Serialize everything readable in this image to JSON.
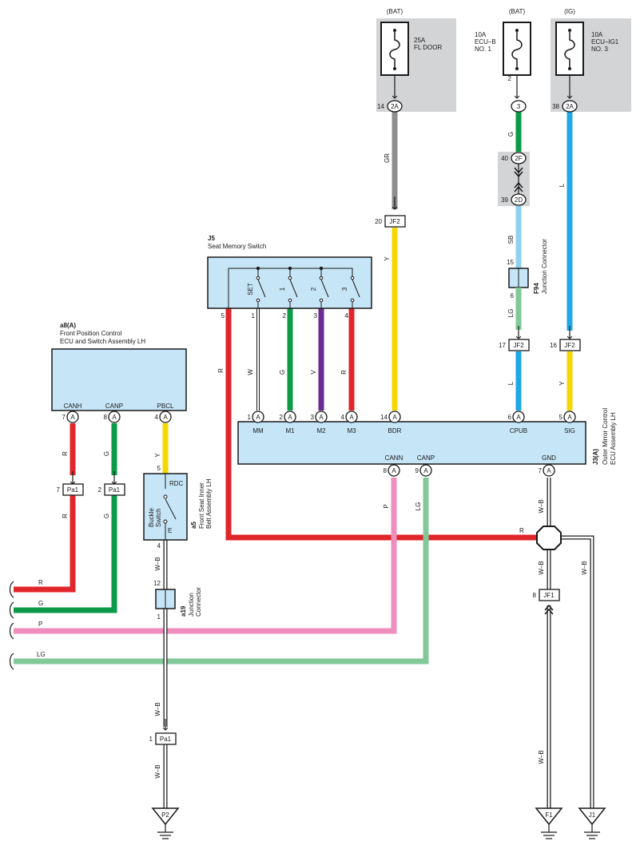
{
  "colors": {
    "red": "#e0262a",
    "green": "#0a9a48",
    "violet": "#6a2c90",
    "gray": "#8e8e8e",
    "yellow": "#f6d800",
    "sky_blue": "#8fd1f0",
    "light_green": "#82c898",
    "blue": "#1ea8e6",
    "pink": "#ef8dbd",
    "white": "#ffffff",
    "component_fill": "#c6e5f7",
    "fuse_bg": "#d3d4d6"
  },
  "sources": {
    "bat1": "(BAT)",
    "bat2": "(BAT)",
    "ig": "(IG)"
  },
  "fuses": {
    "fl_door": {
      "rating": "25A",
      "name": "FL DOOR"
    },
    "ecu_b": {
      "rating": "10A",
      "name1": "ECU–B",
      "name2": "NO. 1"
    },
    "ecu_ig1": {
      "rating": "10A",
      "name1": "ECU–IG1",
      "name2": "NO. 3"
    }
  },
  "connectors": {
    "fl_2a_pin": "14",
    "fl_2a": "2A",
    "ecub_pin": "2",
    "ecub_3_pin": "3",
    "ig_2a_pin": "38",
    "ig_2a": "2A",
    "c2f_pin": "40",
    "c2f": "2F",
    "c2d_pin": "39",
    "c2d": "2D",
    "jf2_a_pin": "20",
    "jf2_a": "JF2",
    "jf2_b_pin": "17",
    "jf2_b": "JF2",
    "jf2_c_pin": "16",
    "jf2_c": "JF2",
    "pa1_a_pin": "7",
    "pa1_a": "Pa1",
    "pa1_b_pin": "2",
    "pa1_b": "Pa1",
    "pa1_c_pin": "1",
    "pa1_c": "Pa1",
    "jf1_pin": "8",
    "jf1": "JF1"
  },
  "wire_colors": {
    "gr": "GR",
    "g": "G",
    "y": "Y",
    "sb": "SB",
    "lg": "LG",
    "l": "L",
    "r": "R",
    "w": "W",
    "v": "V",
    "p": "P",
    "wb": "W–B"
  },
  "j5": {
    "code": "J5",
    "name": "Seat Memory Switch",
    "switch_labels": [
      "SET",
      "1",
      "2",
      "3"
    ],
    "pins": [
      "5",
      "1",
      "2",
      "3",
      "4"
    ]
  },
  "a8": {
    "code": "a8(A)",
    "name1": "Front Position Control",
    "name2": "ECU and Switch Assembly LH",
    "terminals": [
      "CANH",
      "CANP",
      "PBCL"
    ],
    "pins": [
      "7",
      "8",
      "4"
    ],
    "conn": "A"
  },
  "j3": {
    "code": "J3(A)",
    "name1": "Outer Mirror Control",
    "name2": "ECU Assembly LH",
    "top_terminals": [
      "MM",
      "M1",
      "M2",
      "M3",
      "BDR",
      "CPUB",
      "SIG"
    ],
    "top_pins": [
      "1",
      "2",
      "3",
      "4",
      "14",
      "6",
      "5"
    ],
    "bottom_terminals": [
      "CANN",
      "CANP",
      "GND"
    ],
    "bottom_pins": [
      "8",
      "9",
      "7"
    ],
    "conn": "A"
  },
  "a5": {
    "code": "a5",
    "name1": "Front Seat Inner",
    "name2": "Belt Assembly LH",
    "sw1": "Buckle",
    "sw2": "Switch",
    "rdc": "RDC",
    "e": "E",
    "pin_top": "5",
    "pin_bottom": "4"
  },
  "a19": {
    "code": "a19",
    "name1": "Junction",
    "name2": "Connector",
    "pin_top": "12",
    "pin_bottom": "1"
  },
  "f94": {
    "code": "F94",
    "name": "Junction Connector",
    "pin_top": "15",
    "pin_bottom": "6"
  },
  "grounds": [
    "P2",
    "F1",
    "J1"
  ]
}
